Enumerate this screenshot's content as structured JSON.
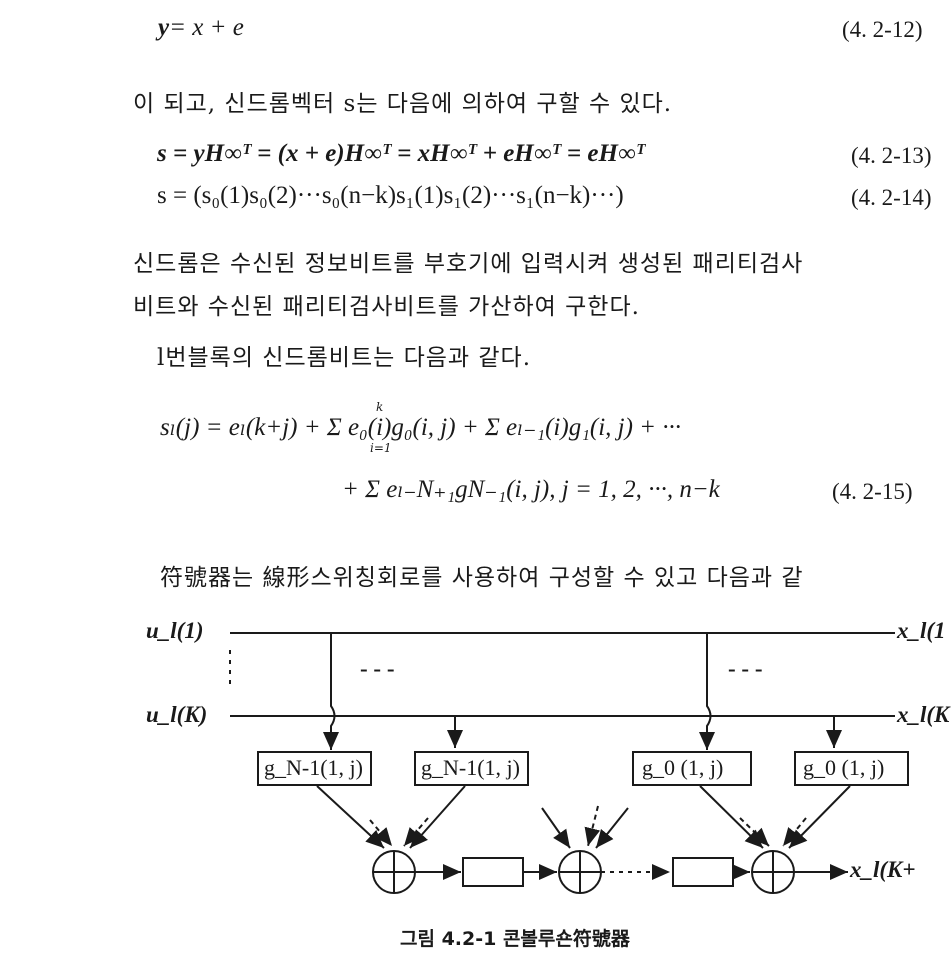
{
  "equations": {
    "eq1": {
      "lhs": "y",
      "rhs": "= x + e",
      "number": "(4. 2-12)"
    },
    "eq2": {
      "text": "s = yH∞ᵀ = (x + e)H∞ᵀ = xH∞ᵀ + eH∞ᵀ = eH∞ᵀ",
      "number": "(4. 2-13)"
    },
    "eq3": {
      "text": "s = (s₀(1)s₀(2)···s₀(n−k)s₁(1)s₁(2)···s₁(n−k)···)",
      "number": "(4. 2-14)"
    },
    "eq4_line1": "sₗ(j) = eₗ(k+j) + Σ e₀(i)g₀(i, j) + Σ eₗ₋₁(i)g₁(i, j) + ···",
    "eq4_line2": "+ Σ eₗ₋N₊₁gN₋₁(i, j),  j = 1, 2, ···, n−k",
    "eq4_number": "(4. 2-15)",
    "sum_top": "k",
    "sum_bottom": "i=1"
  },
  "paragraphs": {
    "p1": "이 되고, 신드롬벡터 s는 다음에 의하여 구할 수 있다.",
    "p2_line1": "신드롬은 수신된 정보비트를 부호기에 입력시켜 생성된 패리티검사",
    "p2_line2": "비트와 수신된 패리티검사비트를 가산하여 구한다.",
    "p3": "l번블록의 신드롬비트는 다음과 같다.",
    "p4": "符號器는 線形스위칭회로를 사용하여 구성할 수 있고 다음과  같"
  },
  "diagram": {
    "inputs": [
      "u_l(1)",
      "u_l(K)"
    ],
    "outputs": [
      "x_l(1",
      "x_l(K",
      "x_l(K+"
    ],
    "ellipsis": "- - -",
    "blocks": [
      "g_N-1(1, j)",
      "g_N-1(1, j)",
      "g_0 (1, j)",
      "g_0 (1, j)"
    ],
    "caption": "그림 4.2-1  콘볼루숀符號器"
  }
}
